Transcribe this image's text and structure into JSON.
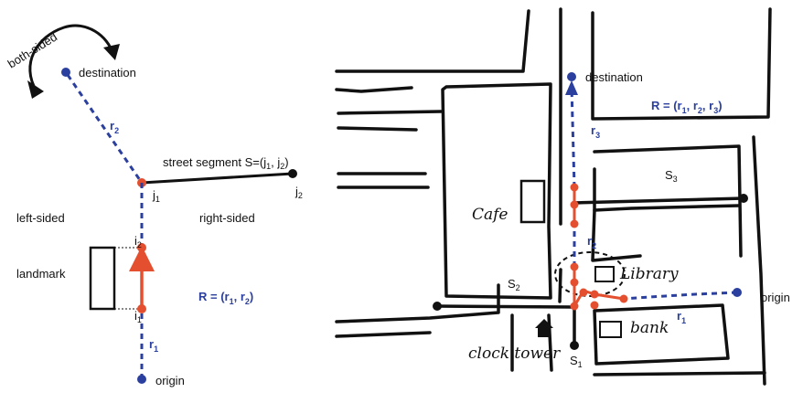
{
  "left": {
    "both_sided": "both-sided",
    "destination": "destination",
    "street_segment": "street segment S=(j",
    "street_segment_j1_sub": "1",
    "street_segment_mid": ", j",
    "street_segment_j2_sub": "2",
    "street_segment_end": ")",
    "j1": "j",
    "j1_sub": "1",
    "j2": "j",
    "j2_sub": "2",
    "left_sided": "left-sided",
    "right_sided": "right-sided",
    "landmark": "landmark",
    "i2": "i",
    "i2_sub": "2",
    "i1": "i",
    "i1_sub": "1",
    "r2": "r",
    "r2_sub": "2",
    "r1": "r",
    "r1_sub": "1",
    "route_R": "R = (r",
    "route_R_sub1": "1",
    "route_R_mid": ", r",
    "route_R_sub2": "2",
    "route_R_end": ")",
    "origin": "origin"
  },
  "right": {
    "destination": "destination",
    "route_R": "R = (r",
    "route_R_sub1": "1",
    "route_R_mid1": ", r",
    "route_R_sub2": "2",
    "route_R_mid2": ", r",
    "route_R_sub3": "3",
    "route_R_end": ")",
    "r3": "r",
    "r3_sub": "3",
    "r2": "r",
    "r2_sub": "2",
    "r1": "r",
    "r1_sub": "1",
    "S3": "S",
    "S3_sub": "3",
    "S2": "S",
    "S2_sub": "2",
    "S1": "S",
    "S1_sub": "1",
    "cafe": "Cafe",
    "library": "Library",
    "bank": "bank",
    "clock_tower": "clock tower",
    "origin": "origin"
  },
  "colors": {
    "blue": "#2b3f9e",
    "red": "#e4502f",
    "black": "#111111"
  }
}
